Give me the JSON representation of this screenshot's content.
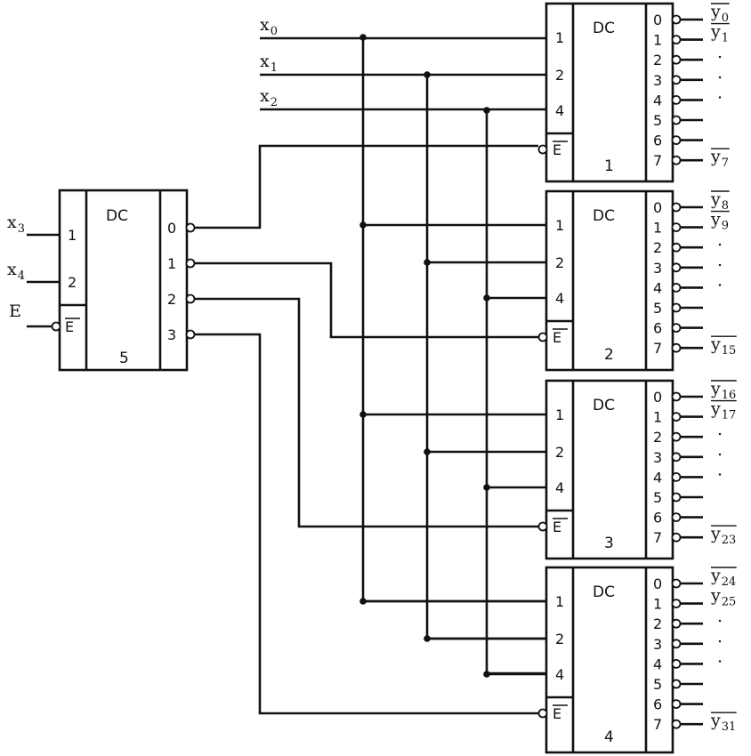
{
  "decoder_label": "DC",
  "enable_pin_label": "E",
  "input_pin_labels": [
    "1",
    "2",
    "4"
  ],
  "input_pin_labels_dc5": [
    "1",
    "2"
  ],
  "output_pin_labels": [
    "0",
    "1",
    "2",
    "3",
    "4",
    "5",
    "6",
    "7"
  ],
  "output_pin_labels_dc5": [
    "0",
    "1",
    "2",
    "3"
  ],
  "decoder_numbers": [
    "1",
    "2",
    "3",
    "4",
    "5"
  ],
  "inputs": [
    {
      "letter": "x",
      "sub": "0"
    },
    {
      "letter": "x",
      "sub": "1"
    },
    {
      "letter": "x",
      "sub": "2"
    },
    {
      "letter": "x",
      "sub": "3"
    },
    {
      "letter": "x",
      "sub": "4"
    },
    {
      "letter": "E",
      "sub": ""
    }
  ],
  "outputs": [
    {
      "letter": "y",
      "sub": "0",
      "overline": true
    },
    {
      "letter": "y",
      "sub": "1",
      "overline": true
    },
    {
      "letter": "y",
      "sub": "7",
      "overline": true
    },
    {
      "letter": "y",
      "sub": "8",
      "overline": true
    },
    {
      "letter": "y",
      "sub": "9",
      "overline": true
    },
    {
      "letter": "y",
      "sub": "15",
      "overline": true
    },
    {
      "letter": "y",
      "sub": "16",
      "overline": true
    },
    {
      "letter": "y",
      "sub": "17",
      "overline": true
    },
    {
      "letter": "y",
      "sub": "23",
      "overline": true
    },
    {
      "letter": "y",
      "sub": "24",
      "overline": true
    },
    {
      "letter": "y",
      "sub": "25",
      "overline": false
    },
    {
      "letter": "y",
      "sub": "31",
      "overline": true
    }
  ],
  "ellipsis_mark": "."
}
